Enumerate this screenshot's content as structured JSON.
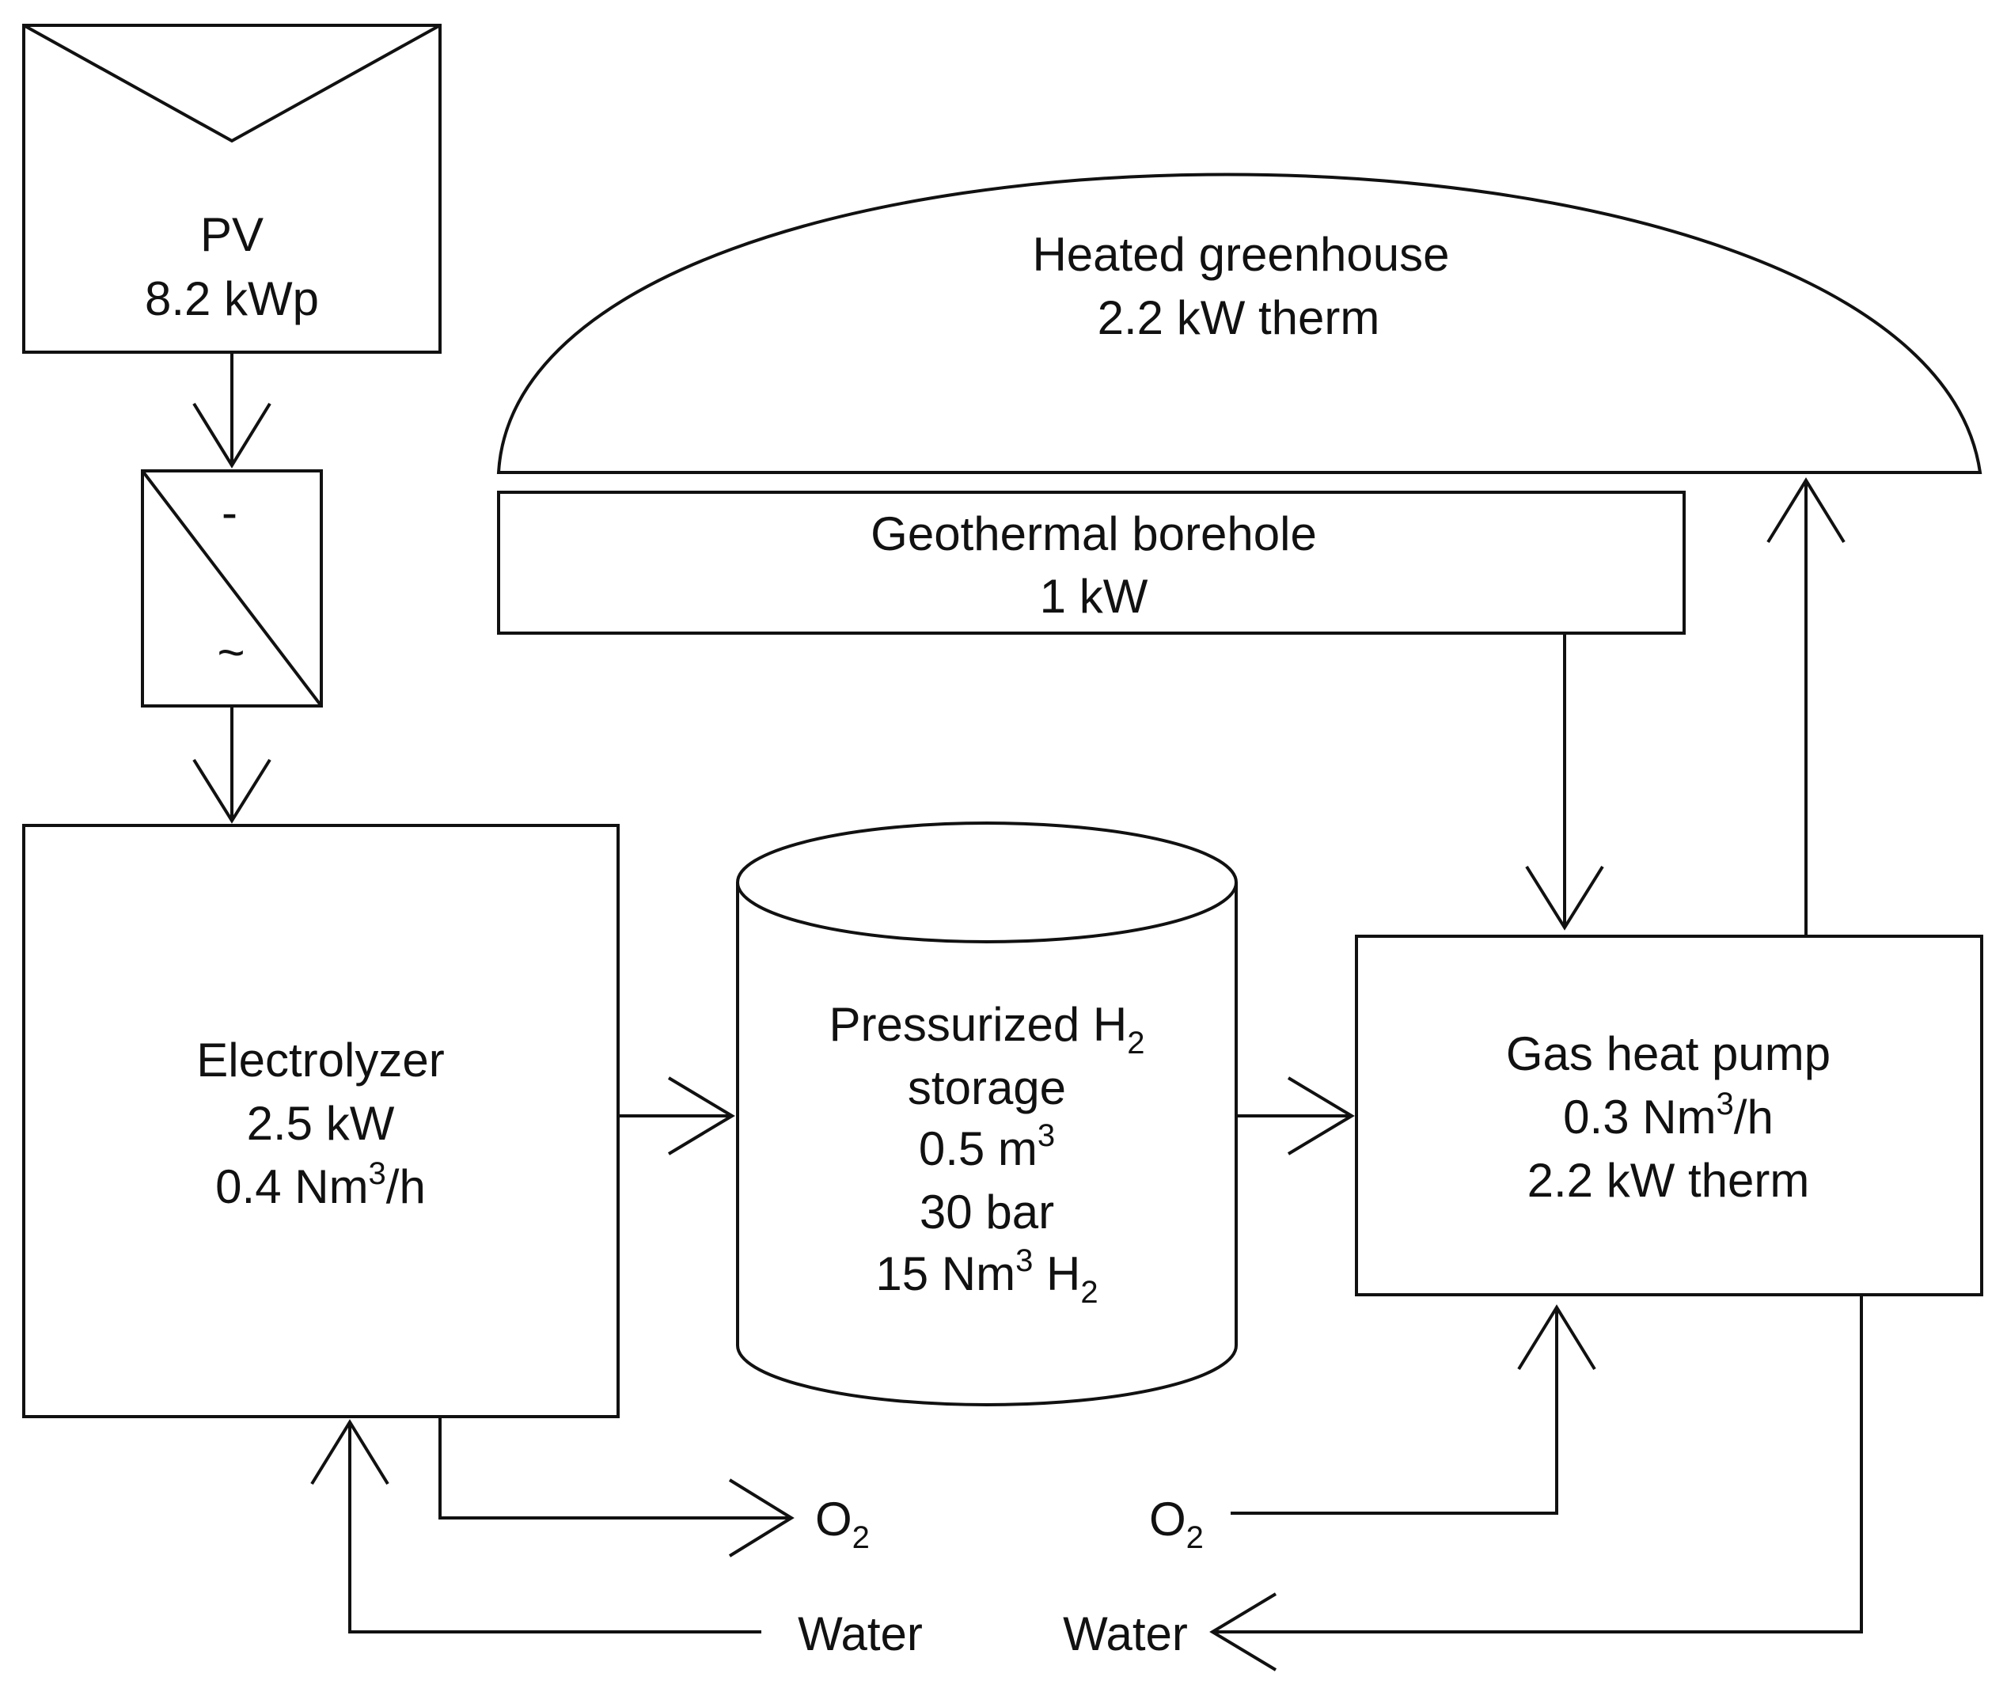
{
  "pv": {
    "title": "PV",
    "rating": "8.2 kWp"
  },
  "inverter": {
    "dc_symbol": "-",
    "ac_symbol": "~"
  },
  "greenhouse": {
    "title": "Heated greenhouse",
    "rating": "2.2 kW therm"
  },
  "borehole": {
    "title": "Geothermal borehole",
    "rating": "1 kW"
  },
  "electrolyzer": {
    "title": "Electrolyzer",
    "power": "2.5 kW",
    "flow_prefix": "0.4 Nm",
    "flow_sup": "3",
    "flow_suffix": "/h"
  },
  "storage": {
    "title_prefix": "Pressurized H",
    "title_sub": "2",
    "subtitle": "storage",
    "volume_prefix": "0.5 m",
    "volume_sup": "3",
    "pressure": "30 bar",
    "capacity_prefix": "15 Nm",
    "capacity_sup": "3",
    "capacity_mid": " H",
    "capacity_sub": "2"
  },
  "heat_pump": {
    "title": "Gas heat pump",
    "flow_prefix": "0.3 Nm",
    "flow_sup": "3",
    "flow_suffix": "/h",
    "rating": "2.2 kW therm"
  },
  "flows": {
    "o2_out": {
      "symbol": "O",
      "sub": "2"
    },
    "o2_in": {
      "symbol": "O",
      "sub": "2"
    },
    "water_in": "Water",
    "water_out": "Water"
  }
}
